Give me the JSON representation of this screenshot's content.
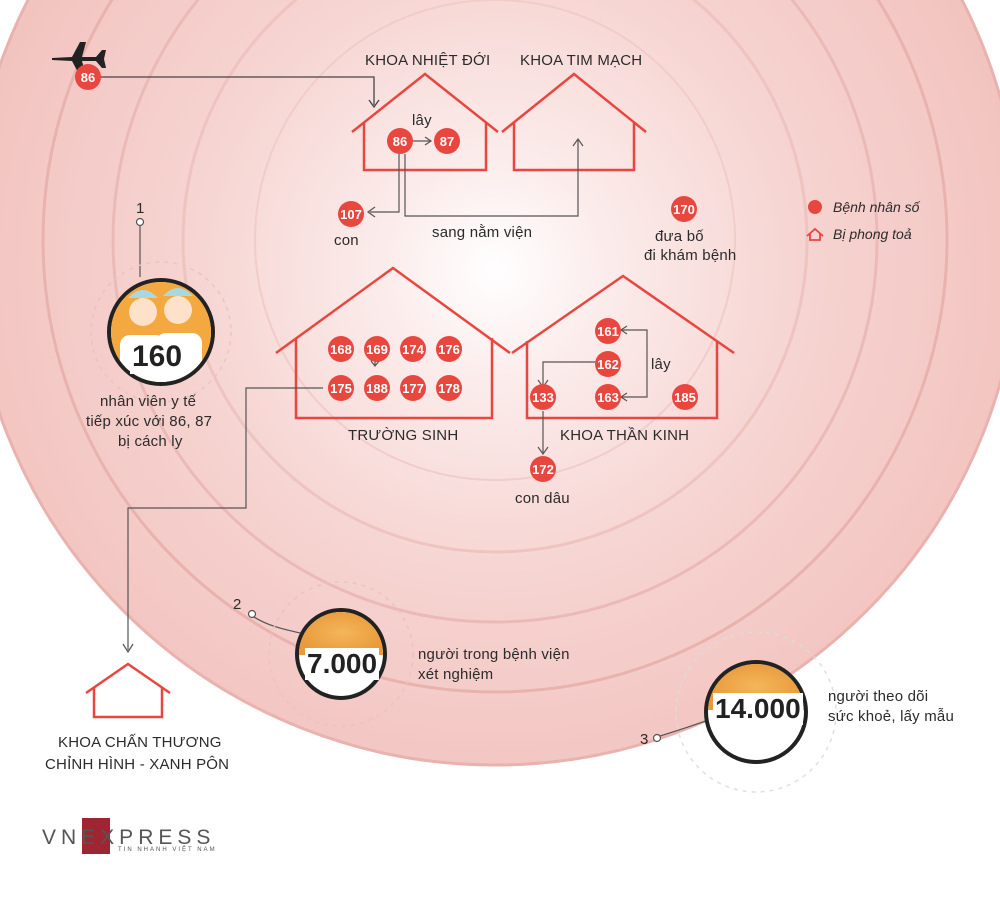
{
  "colors": {
    "accent": "#e8473f",
    "house": "#e8473f",
    "ring": "#f2c6c3",
    "glow": "#f7dcda",
    "text": "#2b2b2b"
  },
  "departments": {
    "nhiet_doi": "KHOA NHIỆT ĐỚI",
    "tim_mach": "KHOA TIM MẠCH",
    "truong_sinh": "TRƯỜNG SINH",
    "than_kinh": "KHOA THẦN KINH",
    "chan_thuong_1": "KHOA CHẤN THƯƠNG",
    "chan_thuong_2": "CHỈNH HÌNH - XANH PÔN"
  },
  "patients": {
    "flight": "86",
    "nd": [
      "86",
      "87"
    ],
    "child107": "107",
    "p170": "170",
    "ts": [
      "168",
      "169",
      "174",
      "176",
      "175",
      "188",
      "177",
      "178"
    ],
    "tk": [
      "161",
      "162",
      "163",
      "133",
      "185"
    ],
    "p172": "172"
  },
  "annotations": {
    "lay1": "lây",
    "lay2": "lây",
    "con": "con",
    "sang": "sang nằm viện",
    "dua1": "đưa bố",
    "dua2": "đi khám bệnh",
    "condau": "con dâu"
  },
  "legend": {
    "patient": "Bệnh nhân số",
    "lockdown": "Bị phong toả"
  },
  "stats": [
    {
      "marker": "1",
      "value": "160",
      "lines": [
        "nhân viên y tế",
        "tiếp xúc với 86, 87",
        "bị cách ly"
      ]
    },
    {
      "marker": "2",
      "value": "7.000",
      "lines": [
        "người trong bệnh viện",
        "xét nghiệm"
      ]
    },
    {
      "marker": "3",
      "value": "14.000",
      "lines": [
        "người theo dõi",
        "sức khoẻ, lấy mẫu"
      ]
    }
  ],
  "logo": {
    "main": "VNEXPRESS",
    "sub": "TIN NHANH VIỆT NAM"
  }
}
